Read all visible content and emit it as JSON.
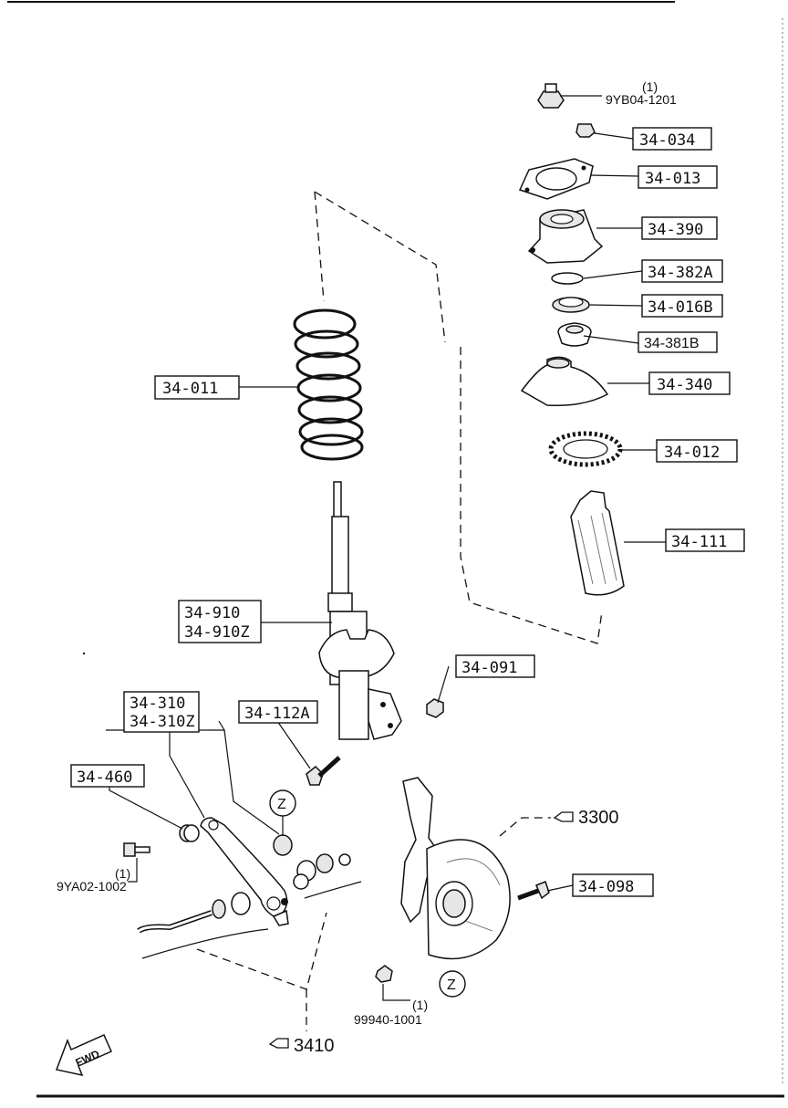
{
  "labels": {
    "nut_top_qty": "(1)",
    "nut_top": "9YB04-1201",
    "p34_034": "34-034",
    "p34_013": "34-013",
    "p34_390": "34-390",
    "p34_382A": "34-382A",
    "p34_016B": "34-016B",
    "p34_381B": "34-381B",
    "p34_340": "34-340",
    "p34_012": "34-012",
    "p34_111": "34-111",
    "p34_011": "34-011",
    "p34_910": "34-910",
    "p34_910Z": "34-910Z",
    "p34_091": "34-091",
    "p34_112A": "34-112A",
    "p34_310": "34-310",
    "p34_310Z": "34-310Z",
    "p34_460": "34-460",
    "p34_098": "34-098",
    "bolt_qty": "(1)",
    "bolt": "9YA02-1002",
    "nut_bottom_qty": "(1)",
    "nut_bottom": "99940-1001",
    "ref_3300": "3300",
    "ref_3410": "3410",
    "z_mark_1": "Z",
    "z_mark_2": "Z",
    "fwd": "FWD"
  }
}
